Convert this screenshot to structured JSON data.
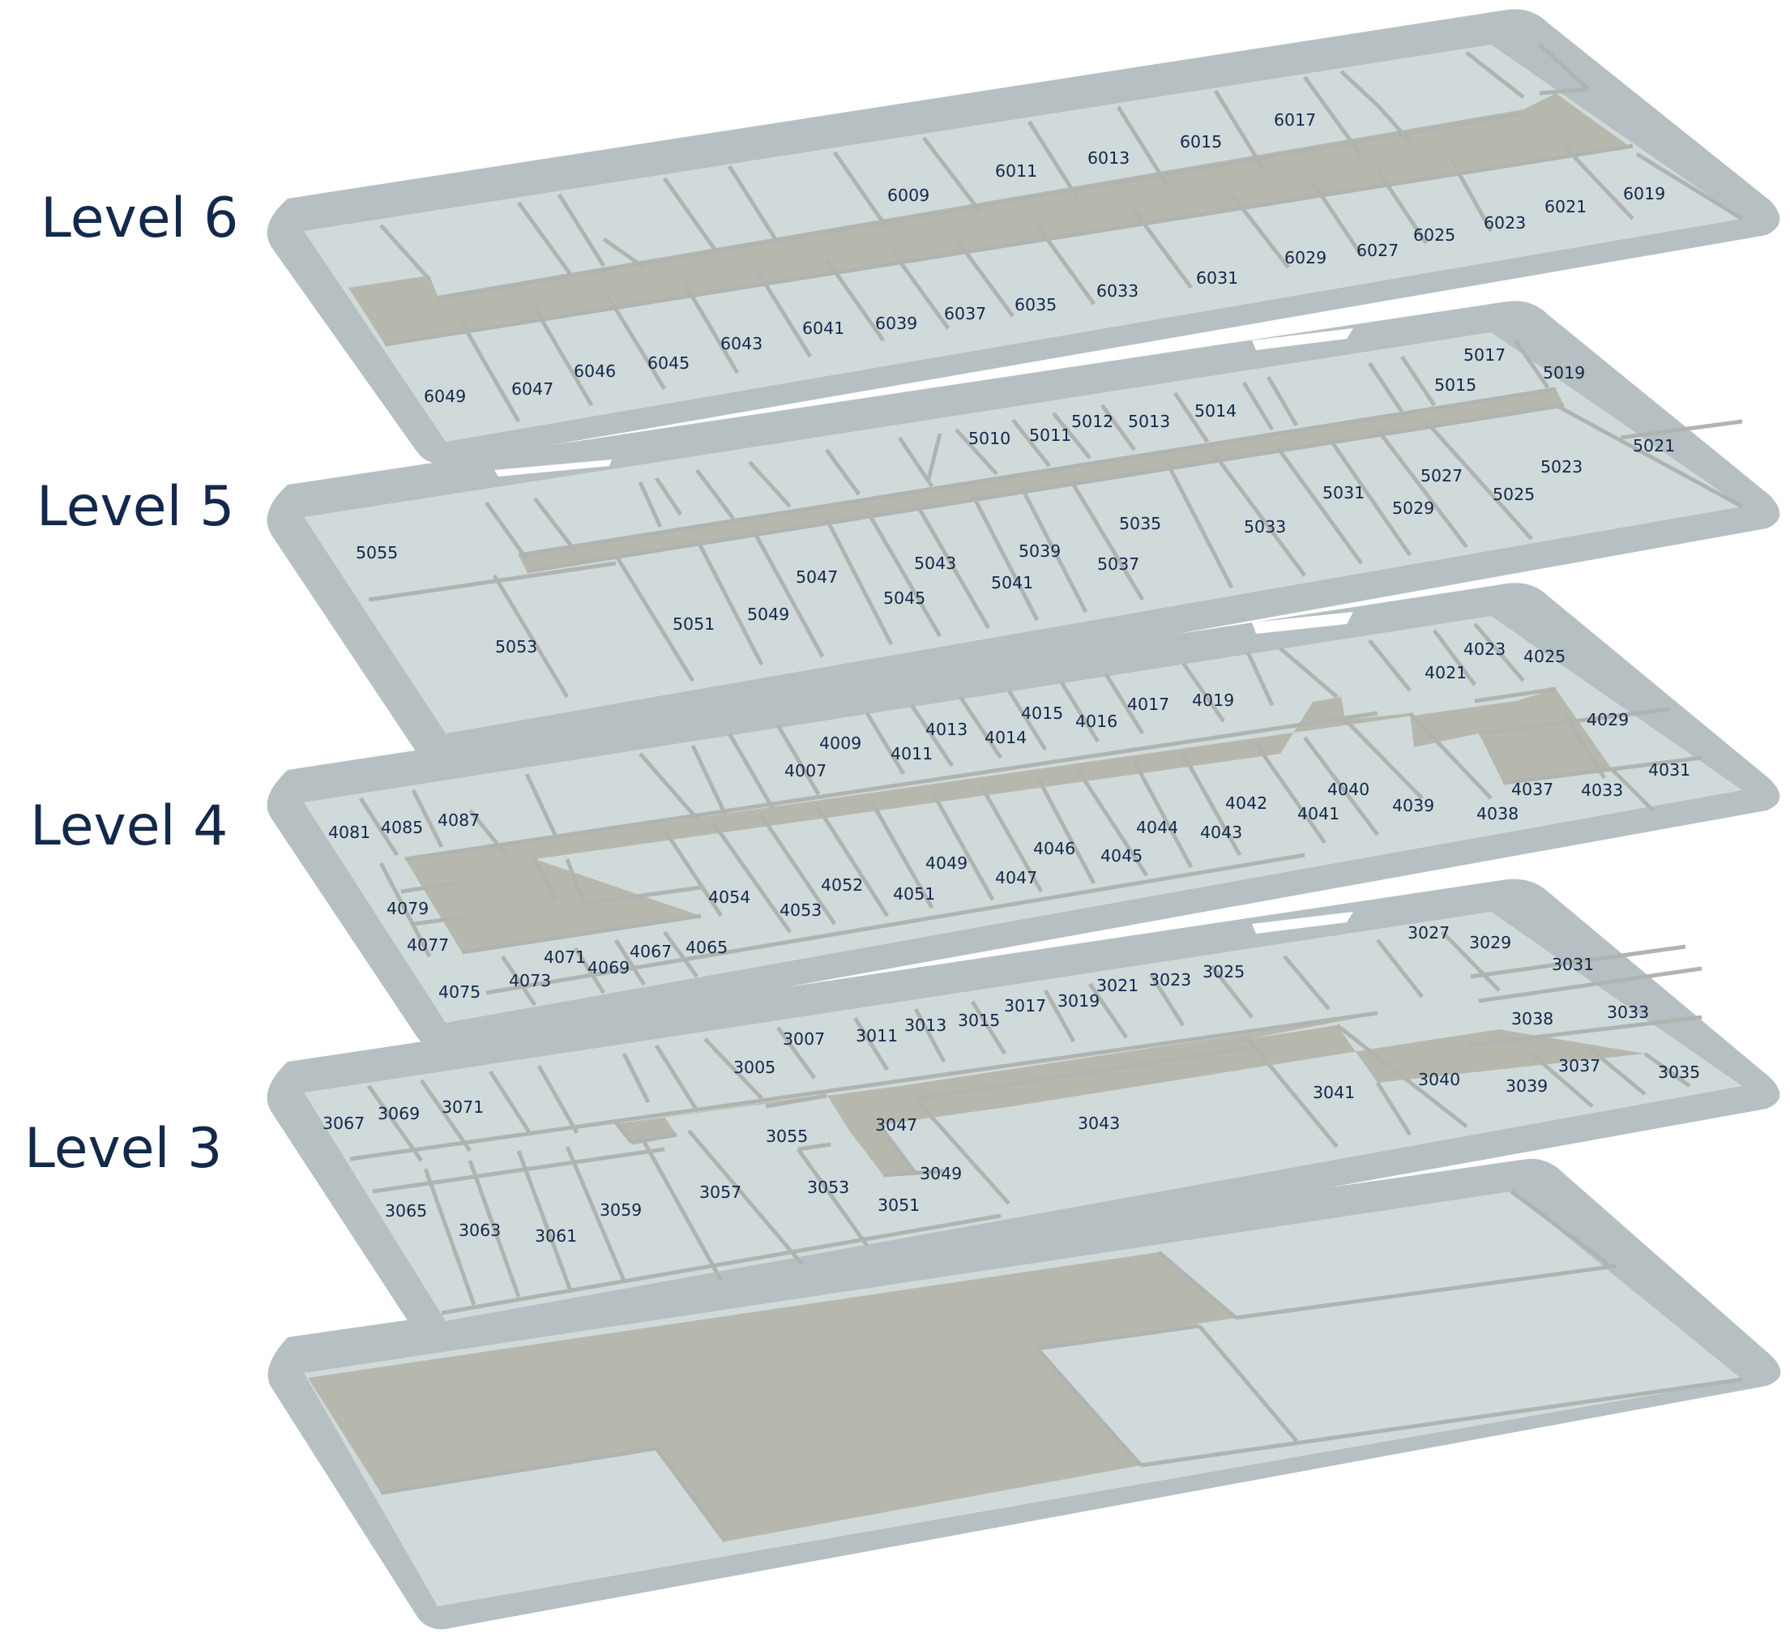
{
  "levels": [
    {
      "id": "6",
      "label": "Level 6"
    },
    {
      "id": "5",
      "label": "Level 5"
    },
    {
      "id": "4",
      "label": "Level 4"
    },
    {
      "id": "3",
      "label": "Level 3"
    }
  ],
  "rooms": {
    "level6": [
      "6009",
      "6011",
      "6013",
      "6015",
      "6017",
      "6019",
      "6021",
      "6023",
      "6025",
      "6027",
      "6029",
      "6031",
      "6033",
      "6035",
      "6037",
      "6039",
      "6041",
      "6043",
      "6045",
      "6046",
      "6047",
      "6049"
    ],
    "level5": [
      "5010",
      "5011",
      "5012",
      "5013",
      "5014",
      "5015",
      "5017",
      "5019",
      "5021",
      "5023",
      "5025",
      "5027",
      "5029",
      "5031",
      "5033",
      "5035",
      "5037",
      "5039",
      "5041",
      "5043",
      "5045",
      "5047",
      "5049",
      "5051",
      "5053",
      "5055"
    ],
    "level4": [
      "4007",
      "4009",
      "4011",
      "4013",
      "4014",
      "4015",
      "4016",
      "4017",
      "4019",
      "4021",
      "4023",
      "4025",
      "4029",
      "4031",
      "4033",
      "4037",
      "4038",
      "4039",
      "4040",
      "4041",
      "4042",
      "4043",
      "4044",
      "4045",
      "4046",
      "4047",
      "4049",
      "4051",
      "4052",
      "4053",
      "4054",
      "4065",
      "4067",
      "4069",
      "4071",
      "4073",
      "4075",
      "4077",
      "4079",
      "4081",
      "4085",
      "4087"
    ],
    "level3": [
      "3005",
      "3007",
      "3011",
      "3013",
      "3015",
      "3017",
      "3019",
      "3021",
      "3023",
      "3025",
      "3027",
      "3029",
      "3031",
      "3033",
      "3035",
      "3037",
      "3038",
      "3039",
      "3040",
      "3041",
      "3043",
      "3047",
      "3049",
      "3051",
      "3053",
      "3055",
      "3057",
      "3059",
      "3061",
      "3063",
      "3065",
      "3067",
      "3069",
      "3071"
    ]
  },
  "colors": {
    "slab": "#b6c0c2",
    "room": "#d1dadb",
    "corridor": "#b7b8ad",
    "text": "#13294b"
  }
}
